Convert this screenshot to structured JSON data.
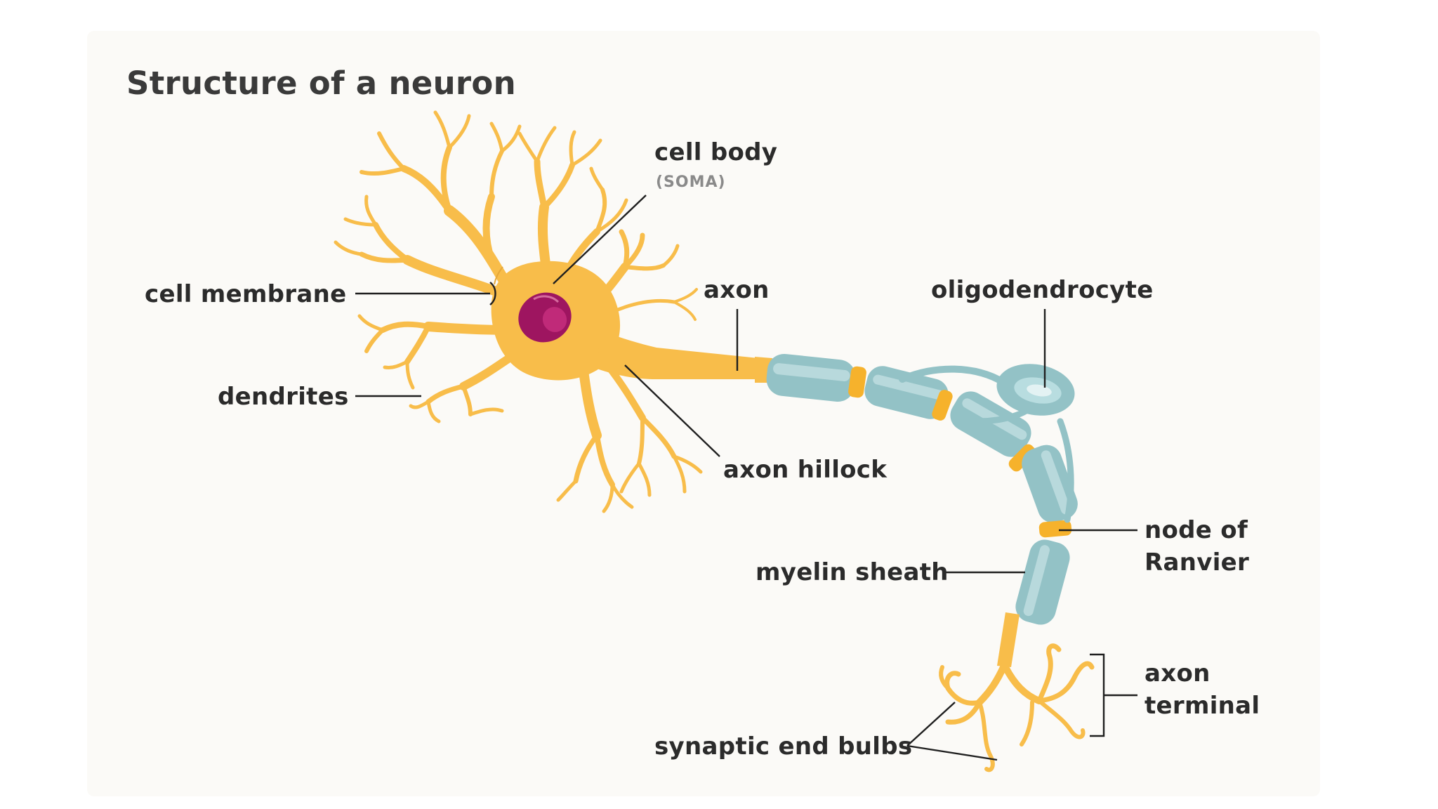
{
  "title": "Structure of a neuron",
  "colors": {
    "panel_background": "#fbfaf7",
    "neuron": "#f8bd4a",
    "nucleus": "#9e1560",
    "myelin": "#93c2c6",
    "myelin_dark": "#6fa5ab",
    "node": "#f6b22c",
    "text": "#2b2b2b",
    "subtext": "#8a8a8a"
  },
  "labels": {
    "cell_body": "cell body",
    "soma": "(SOMA)",
    "cell_membrane": "cell membrane",
    "dendrites": "dendrites",
    "axon": "axon",
    "axon_hillock": "axon hillock",
    "oligodendrocyte": "oligodendrocyte",
    "node_of_ranvier_line1": "node of",
    "node_of_ranvier_line2": "Ranvier",
    "myelin_sheath": "myelin sheath",
    "axon_terminal_line1": "axon",
    "axon_terminal_line2": "terminal",
    "synaptic_end_bulbs": "synaptic end bulbs"
  }
}
